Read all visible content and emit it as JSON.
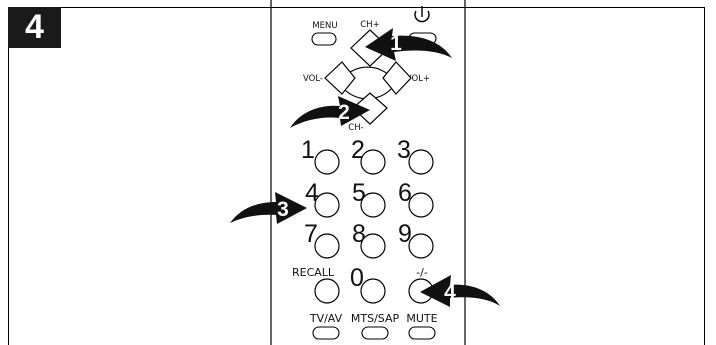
{
  "step": {
    "number": "4"
  },
  "remote": {
    "top_buttons": {
      "menu": "MENU",
      "ch_up": "CH+"
    },
    "dpad": {
      "vol_down": "VOL-",
      "vol_up": "VOL+",
      "ch_down": "CH-"
    },
    "digits": [
      "1",
      "2",
      "3",
      "4",
      "5",
      "6",
      "7",
      "8",
      "9",
      "0"
    ],
    "recall": "RECALL",
    "dash": "-/-",
    "bottom_buttons": {
      "tv_av": "TV/AV",
      "mts_sap": "MTS/SAP",
      "mute": "MUTE"
    }
  },
  "callouts": [
    {
      "id": "callout-1",
      "number": "1"
    },
    {
      "id": "callout-2",
      "number": "2"
    },
    {
      "id": "callout-3",
      "number": "3"
    },
    {
      "id": "callout-4",
      "number": "4"
    }
  ],
  "icons": {
    "power": "power-icon"
  }
}
